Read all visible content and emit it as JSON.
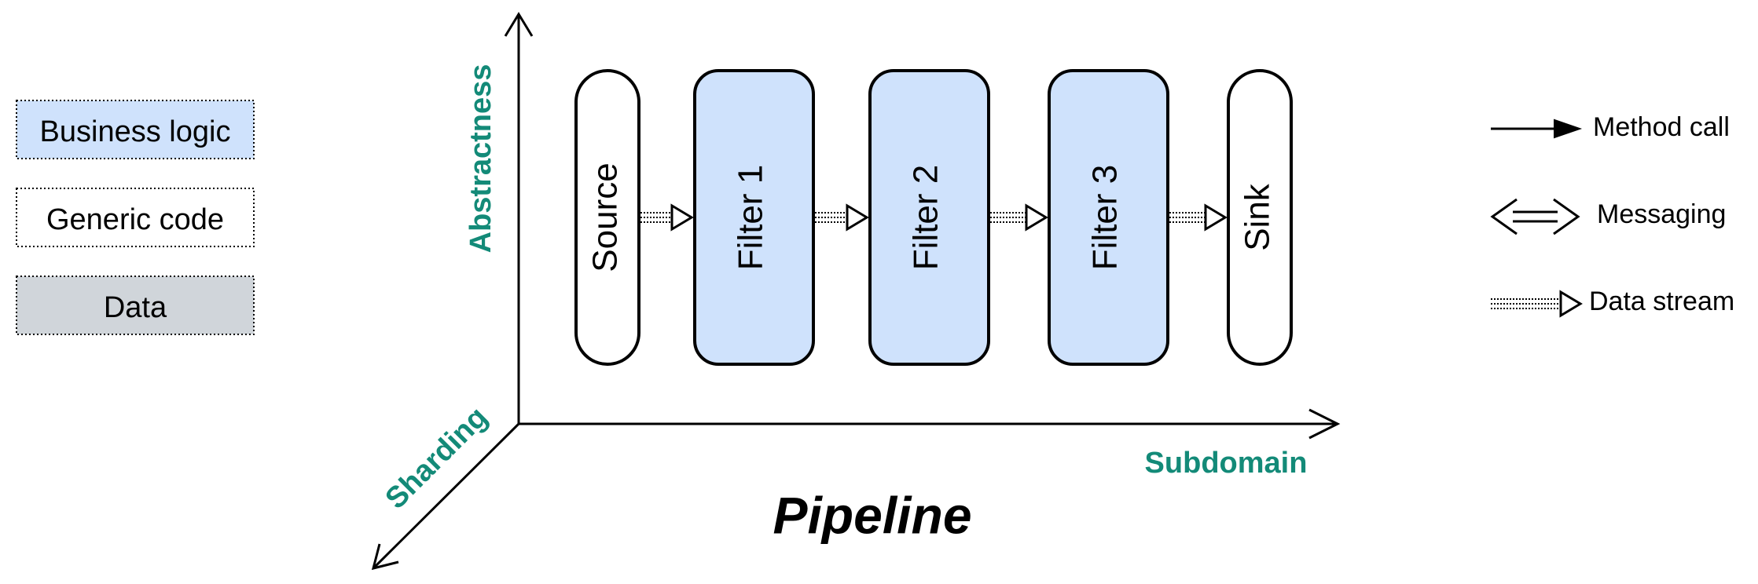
{
  "legend_left": {
    "business_logic": "Business logic",
    "generic_code": "Generic code",
    "data": "Data"
  },
  "legend_right": {
    "method_call": "Method call",
    "messaging": "Messaging",
    "data_stream": "Data stream"
  },
  "axes": {
    "vertical": "Abstractness",
    "horizontal": "Subdomain",
    "diagonal": "Sharding"
  },
  "nodes": {
    "source": "Source",
    "filter1": "Filter 1",
    "filter2": "Filter 2",
    "filter3": "Filter 3",
    "sink": "Sink"
  },
  "title": "Pipeline",
  "colors": {
    "business_logic_fill": "#cfe2fc",
    "data_fill": "#d0d5da",
    "axis_label": "#138a78",
    "stroke": "#000000"
  }
}
